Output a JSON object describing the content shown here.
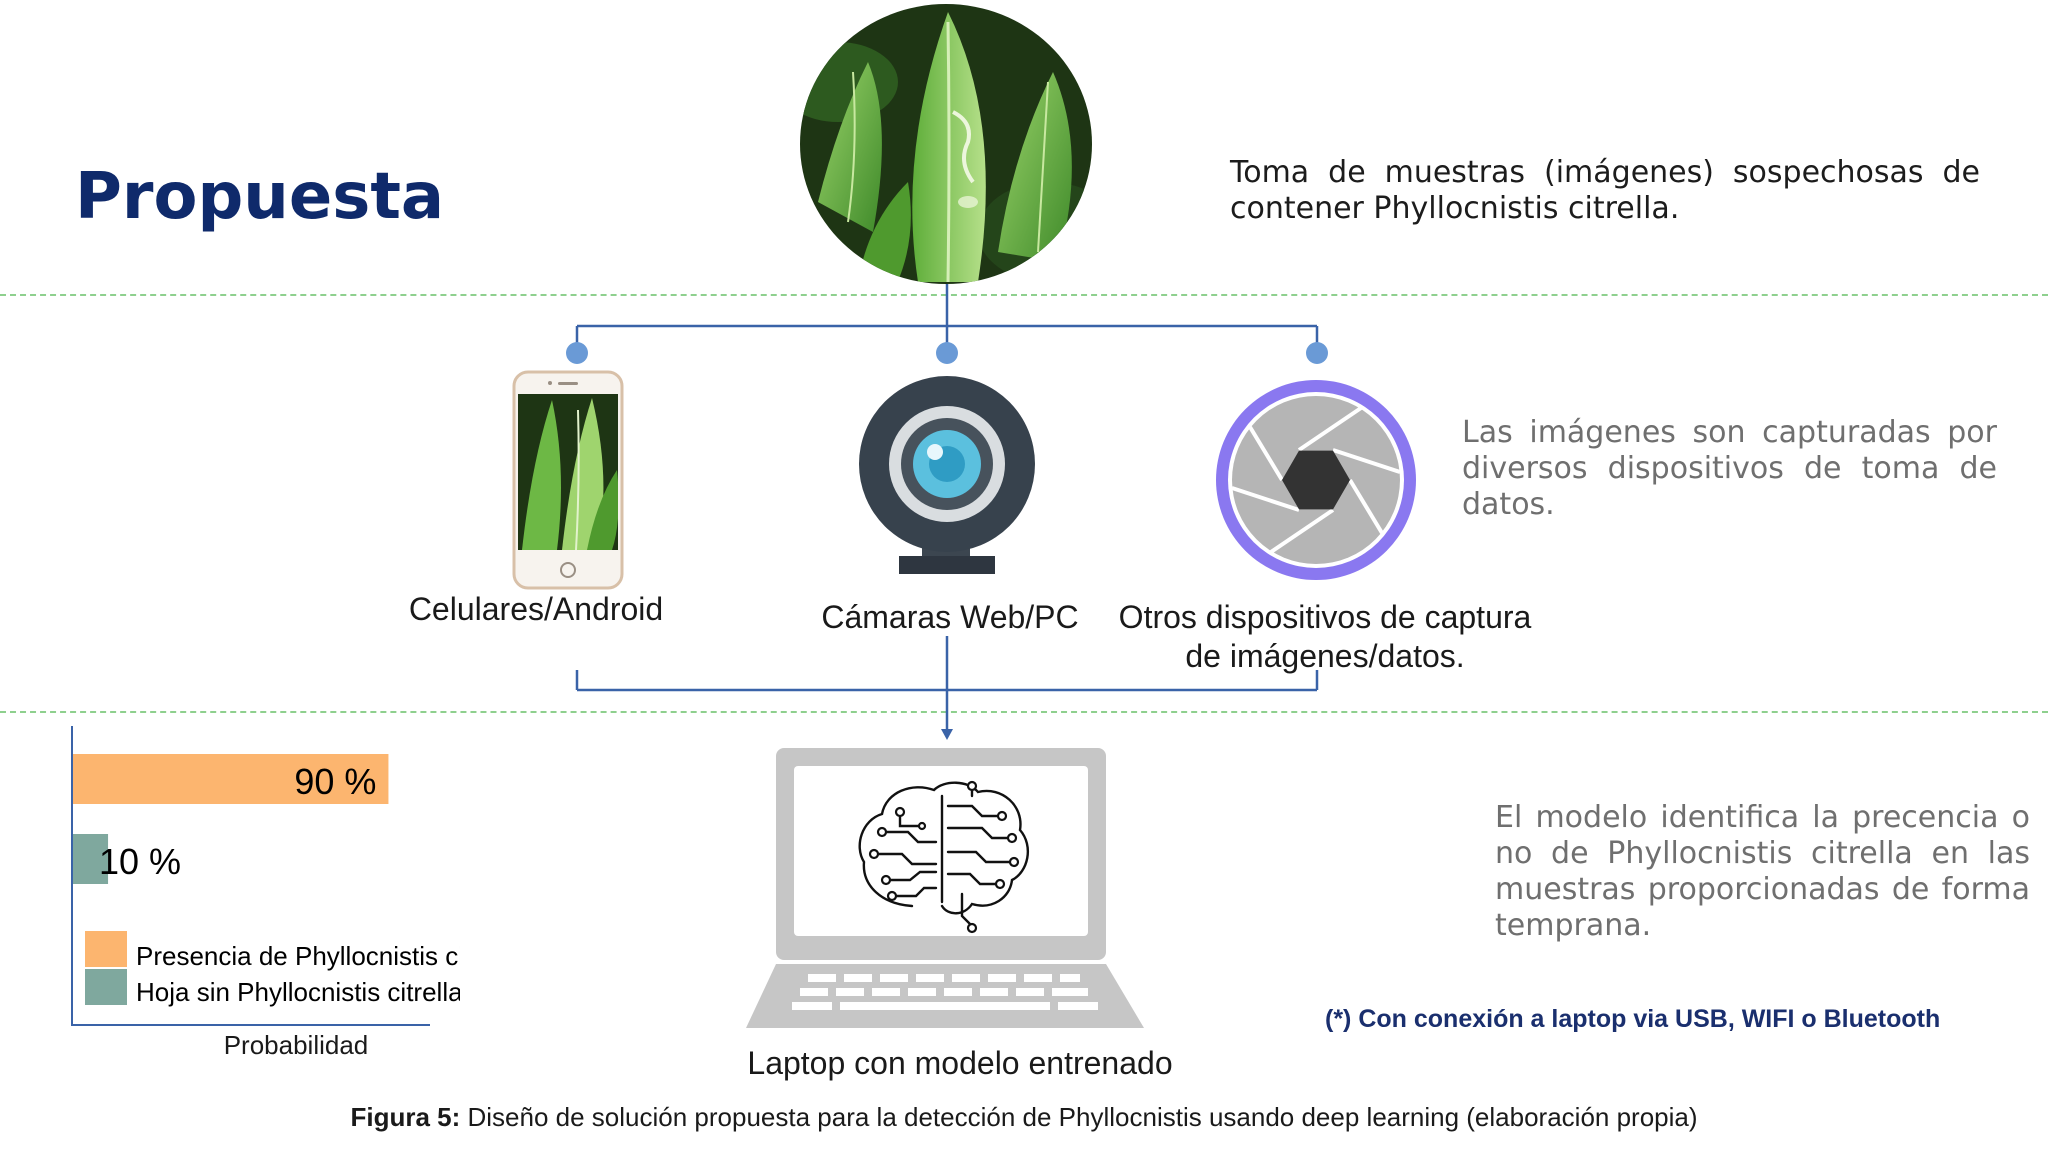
{
  "title": "Propuesta",
  "descriptions": {
    "sample": "Toma de muestras (imágenes) sospechosas de contener Phyllocnistis citrella.",
    "capture": "Las imágenes son capturadas por diversos dispositivos de toma de datos.",
    "model": "El modelo identifica la precencia o no de Phyllocnistis citrella en las muestras proporcionadas de forma temprana."
  },
  "devices": [
    {
      "label": "Celulares/Android",
      "icon": "smartphone-icon"
    },
    {
      "label": "Cámaras Web/PC",
      "icon": "webcam-icon"
    },
    {
      "label": "Otros dispositivos de captura de imágenes/datos.",
      "icon": "camera-aperture-icon"
    }
  ],
  "laptop_label": "Laptop con modelo entrenado",
  "note": "(*) Con conexión a laptop via USB, WIFI o Bluetooth",
  "caption": {
    "prefix": "Figura 5:",
    "text": " Diseño de solución propuesta para la detección de Phyllocnistis usando deep learning (elaboración propia)"
  },
  "colors": {
    "title": "#0f2a6b",
    "connector": "#3a63a8",
    "node": "#6a9ad6",
    "presence": "#fcb56f",
    "healthy": "#7fa89e",
    "aperture_ring": "#8a78f0",
    "separator": "#8ed08e"
  },
  "chart_data": {
    "type": "bar",
    "orientation": "horizontal",
    "xlabel": "Probabilidad",
    "categories": [
      "Presencia de Phyllocnistis citrella",
      "Hoja sin Phyllocnistis citrella"
    ],
    "values": [
      90,
      10
    ],
    "value_labels": [
      "90 %",
      "10 %"
    ],
    "legend": [
      "Presencia de Phyllocnistis citrella",
      "Hoja sin Phyllocnistis citrella"
    ],
    "xlim": [
      0,
      100
    ]
  }
}
